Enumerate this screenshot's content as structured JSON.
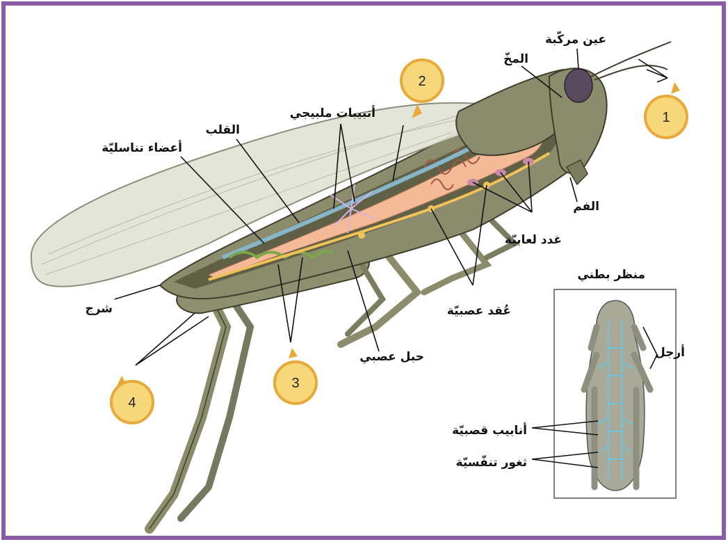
{
  "colors": {
    "frame": "#8a5ca6",
    "wing": "#e2e3d6",
    "body": "#8b8c6c",
    "body_dark": "#5f6046",
    "gut": "#f4b996",
    "nerve": "#f1c25a",
    "heart": "#86b6c8",
    "tubules": "#d7b3e2",
    "badge": "#f6d77a",
    "tracheae": "#6ec3dd"
  },
  "labels": {
    "compound_eye": "عين مركّبة",
    "brain": "المخّ",
    "malpighian": "أنبيبات ملبيجي",
    "heart": "القلب",
    "reproductive": "أعضاء تناسليّة",
    "mouth": "الفم",
    "salivary": "غدد لعابيّة",
    "anus": "شرج",
    "ventral_view": "منظر بطني",
    "ganglia": "عُقد عصبيّة",
    "nerve_cord": "حبل عصبي",
    "legs": "أرجل",
    "tracheae": "أنابيب قصبيّة",
    "spiracles": "ثغور تنفّسيّة"
  },
  "badges": [
    "1",
    "2",
    "3",
    "4"
  ]
}
